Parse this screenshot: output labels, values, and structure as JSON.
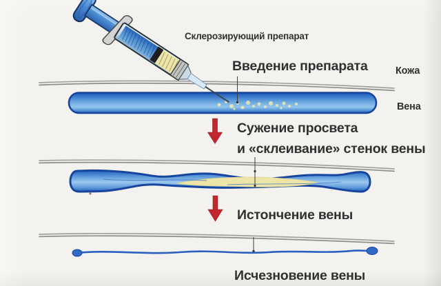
{
  "labels": {
    "sclerosing_drug": "Склерозирующий препарат",
    "injection": "Введение препарата",
    "skin": "Кожа",
    "vein": "Вена",
    "narrowing_line1": "Сужение просвета",
    "narrowing_line2": "и «склеивание» стенок вены",
    "thinning": "Истончение вены",
    "disappearance": "Исчезновение вены"
  },
  "colors": {
    "background": "#f3f2ee",
    "text": "#303030",
    "arrow-red": "#c1272d",
    "skin-line": "#a0a09e",
    "vein-outline": "#17459e",
    "vein-fill-mid": "#66a0dc",
    "vein-fill-light": "#9cc8ee",
    "drug-yellow": "#ece5a7",
    "syringe-blue": "#4784cc",
    "needle-gray": "#3e464c"
  }
}
